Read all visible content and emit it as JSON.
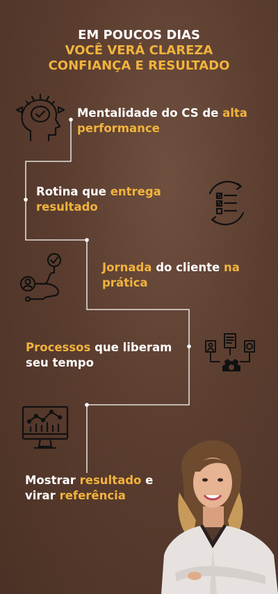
{
  "header": {
    "line1": "EM POUCOS DIAS",
    "line2": "VOCÊ VERÁ CLAREZA",
    "line3": "CONFIANÇA E RESULTADO"
  },
  "colors": {
    "accent": "#f2b33d",
    "text": "#ffffff",
    "background": "#5a3c2e"
  },
  "steps": [
    {
      "icon": "brain-head-icon",
      "parts": [
        "Mentalidade do CS de ",
        "alta",
        "performance"
      ]
    },
    {
      "icon": "checklist-cycle-icon",
      "parts": [
        "Rotina que ",
        "entrega",
        "resultado"
      ]
    },
    {
      "icon": "customer-journey-icon",
      "parts": [
        "Jornada",
        " do cliente ",
        "na",
        "prática"
      ]
    },
    {
      "icon": "process-gear-icon",
      "parts": [
        "Processos",
        " que liberam",
        "seu tempo"
      ]
    },
    {
      "icon": "dashboard-monitor-icon",
      "parts": [
        "Mostrar ",
        "resultado",
        " e",
        "virar ",
        "referência"
      ]
    }
  ]
}
